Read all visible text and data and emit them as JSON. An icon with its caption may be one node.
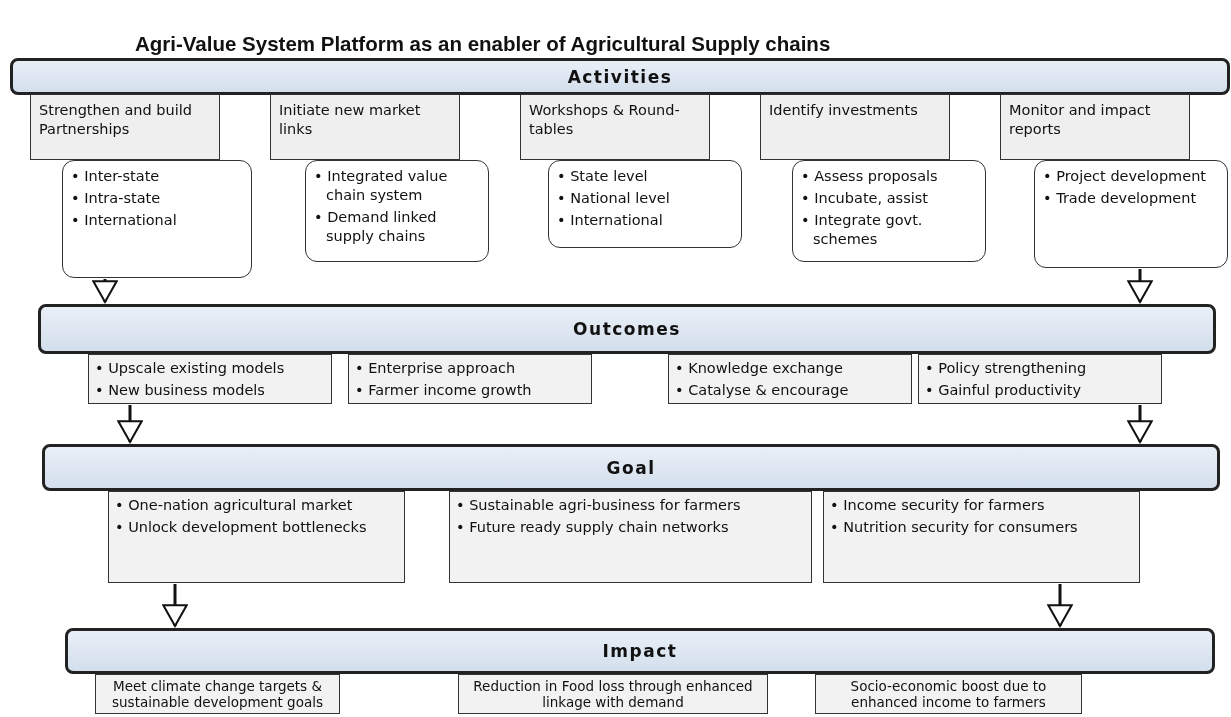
{
  "diagram": {
    "title": "Agri-Value System Platform as an enabler of Agricultural Supply chains",
    "nodes": [
      {
        "text": [
          "Activities"
        ]
      },
      {
        "text": [
          "Strengthen and build Partnerships"
        ]
      },
      {
        "text": [
          "• Inter-state",
          "• Intra-state",
          "• International"
        ]
      },
      {
        "text": [
          "Initiate new market links"
        ]
      },
      {
        "text": [
          "• Integrated value chain system",
          "• Demand linked supply chains"
        ]
      },
      {
        "text": [
          "Workshops & Round-tables"
        ]
      },
      {
        "text": [
          "• State level",
          "• National level",
          "• International"
        ]
      },
      {
        "text": [
          "Identify investments"
        ]
      },
      {
        "text": [
          "• Assess proposals",
          "• Incubate, assist",
          "• Integrate govt. schemes"
        ]
      },
      {
        "text": [
          "Monitor and impact reports"
        ]
      },
      {
        "text": [
          "• Project development",
          "• Trade development"
        ]
      },
      {
        "text": [
          "Outcomes"
        ]
      },
      {
        "text": [
          "• Upscale existing models",
          "• New business models"
        ]
      },
      {
        "text": [
          "• Enterprise approach",
          "• Farmer income growth"
        ]
      },
      {
        "text": [
          "• Knowledge exchange",
          "• Catalyse & encourage"
        ]
      },
      {
        "text": [
          "• Policy strengthening",
          "• Gainful productivity"
        ]
      },
      {
        "text": [
          "Goal"
        ]
      },
      {
        "text": [
          "• One-nation agricultural market",
          "• Unlock development bottlenecks"
        ]
      },
      {
        "text": [
          "• Sustainable agri-business for farmers",
          "• Future ready supply chain networks"
        ]
      },
      {
        "text": [
          "• Income security for farmers",
          "• Nutrition security for consumers"
        ]
      },
      {
        "text": [
          "Impact"
        ]
      },
      {
        "text": [
          "Meet climate change targets & sustainable development goals"
        ]
      },
      {
        "text": [
          "Reduction in Food loss through enhanced linkage with demand"
        ]
      },
      {
        "text": [
          "Socio-economic boost due to enhanced income to farmers"
        ]
      }
    ],
    "edges": [
      {
        "from": 2,
        "to": 11,
        "arrow": "to"
      },
      {
        "from": 10,
        "to": 11,
        "arrow": "to"
      },
      {
        "from": 12,
        "to": 16,
        "arrow": "to"
      },
      {
        "from": 15,
        "to": 16,
        "arrow": "to"
      },
      {
        "from": 17,
        "to": 20,
        "arrow": "to"
      },
      {
        "from": 19,
        "to": 20,
        "arrow": "to"
      }
    ]
  }
}
